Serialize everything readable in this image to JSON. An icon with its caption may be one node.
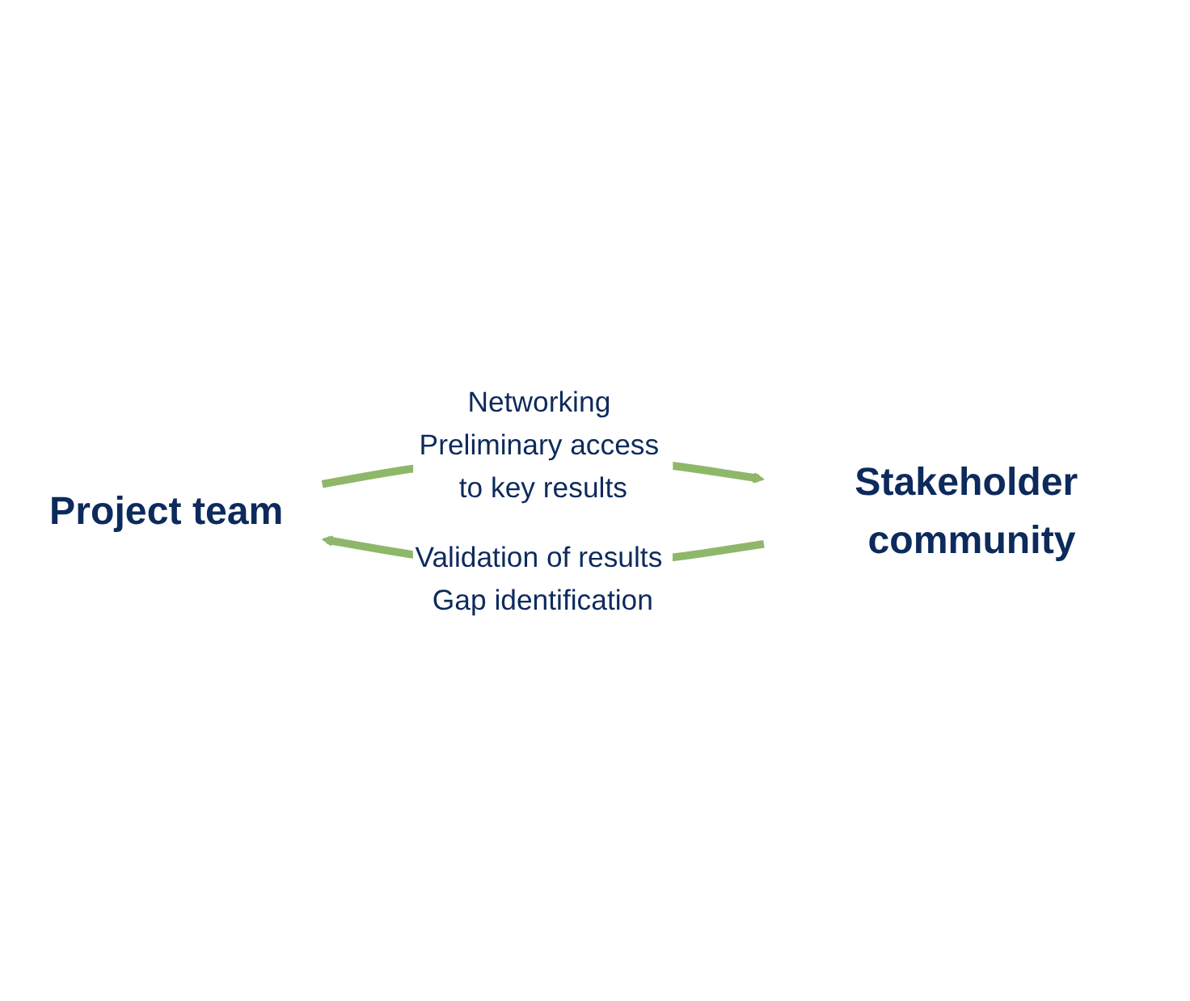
{
  "diagram": {
    "nodes": [
      {
        "text": [
          "Project team"
        ]
      },
      {
        "text": [
          "Stakeholder community"
        ]
      }
    ],
    "edges": [
      {
        "from": 0,
        "to": 1,
        "arrow": "to",
        "label": "Networking Preliminary access to key results"
      },
      {
        "from": 1,
        "to": 0,
        "arrow": "to",
        "label": "Validation of results Gap identification"
      }
    ]
  }
}
